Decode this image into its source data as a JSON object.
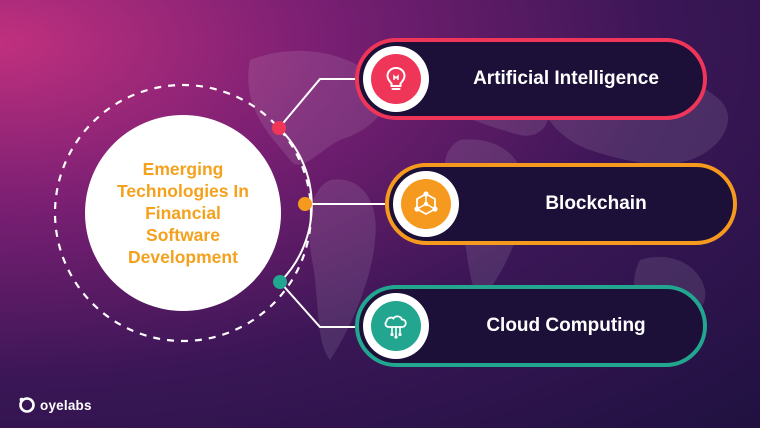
{
  "hub": {
    "line1": "Emerging",
    "line2": "Technologies In",
    "line3": "Financial",
    "line4": "Software",
    "line5": "Development"
  },
  "items": [
    {
      "label": "Artificial Intelligence",
      "icon": "lightbulb-icon",
      "color": "#ef3658"
    },
    {
      "label": "Blockchain",
      "icon": "blockchain-icon",
      "color": "#f59a1e"
    },
    {
      "label": "Cloud Computing",
      "icon": "cloud-network-icon",
      "color": "#22a690"
    }
  ],
  "brand": {
    "name": "oyelabs"
  },
  "colors": {
    "background_start": "#c0307e",
    "background_end": "#1f1140",
    "hub_text": "#f4a11d",
    "hub_fill": "#ffffff"
  }
}
